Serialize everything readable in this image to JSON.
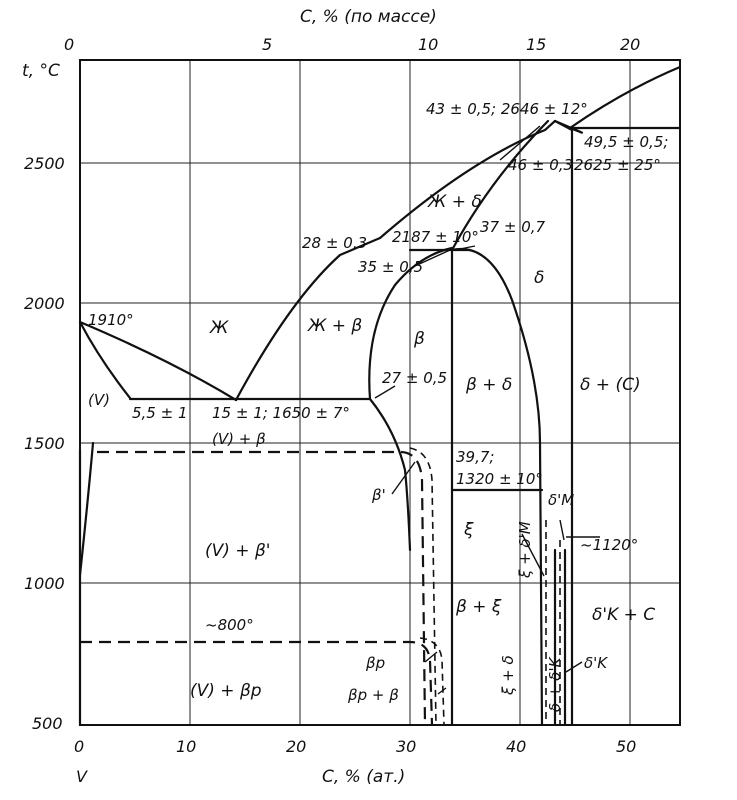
{
  "top_axis": {
    "title": "C, % (по массе)",
    "ticks": [
      "0",
      "5",
      "10",
      "15",
      "20"
    ]
  },
  "left_axis": {
    "title": "t, °C",
    "ticks": [
      "2500",
      "2000",
      "1500",
      "1000",
      "500"
    ]
  },
  "bottom_axis": {
    "title": "C, % (ат.)",
    "ticks": [
      "0",
      "10",
      "20",
      "30",
      "40",
      "50"
    ],
    "element": "V"
  },
  "phase_labels": {
    "melt": "Ж",
    "melt_delta": "Ж + δ",
    "melt_beta": "Ж + β",
    "beta": "β",
    "delta": "δ",
    "v": "(V)",
    "beta_delta": "β + δ",
    "delta_c": "δ + (C)",
    "v_beta": "(V) + β",
    "beta_prime": "β'",
    "xi": "ξ",
    "v_beta_prime": "(V) + β'",
    "xi_delta_m": "ξ + δ'M",
    "delta_m": "δ'M",
    "beta_xi": "β + ξ",
    "delta_k_c": "δ'K + C",
    "beta_p": "βp",
    "xi_delta": "ξ + δ",
    "delta_delta_k": "δ + δ'K",
    "delta_k": "δ'K",
    "v_beta_p": "(V) + βp",
    "beta_p_beta": "βp + β"
  },
  "annotations": {
    "a1910": "1910°",
    "a55": "5,5 ± 1",
    "a15": "15 ± 1; 1650 ± 7°",
    "a27": "27 ± 0,5",
    "a28": "28 ± 0,3",
    "a2187": "2187 ± 10°",
    "a35": "35 ± 0,5",
    "a37": "37 ± 0,7",
    "a43": "43 ± 0,5; 2646 ± 12°",
    "a46": "46 ± 0,3",
    "a49": "49,5 ± 0,5;",
    "a2625": "2625 ± 25°",
    "a397": "39,7;",
    "a1320": "1320 ± 10°",
    "a1120": "~1120°",
    "a800": "~800°"
  }
}
